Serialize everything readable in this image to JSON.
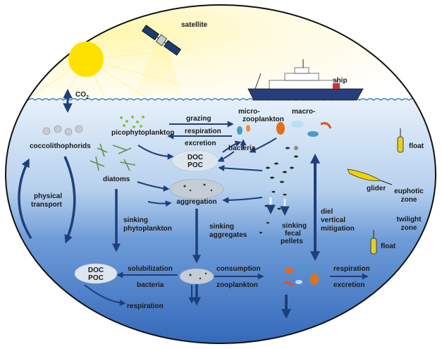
{
  "labels": {
    "satellite": "satellite",
    "ship": "ship",
    "co2": "CO",
    "co2_sub": "2",
    "coccolithophorids": "coccolithophorids",
    "picophytoplankton": "picophytoplankton",
    "grazing": "grazing",
    "micro": "micro-",
    "zooplankton_small": "zooplankton",
    "macro": "macro-",
    "respiration_top": "respiration",
    "excretion_top": "excretion",
    "bacteria_top": "bacteria",
    "doc_top": "DOC",
    "poc_top": "POC",
    "diatoms": "diatoms",
    "aggregation": "aggregation",
    "physical": "physical",
    "transport": "transport",
    "sinking_phyto_1": "sinking",
    "sinking_phyto_2": "phytoplankton",
    "sinking_agg_1": "sinking",
    "sinking_agg_2": "aggregates",
    "sinking_fecal_1": "sinking",
    "sinking_fecal_2": "fecal",
    "sinking_fecal_3": "pellets",
    "diel_1": "diel",
    "diel_2": "vertical",
    "diel_3": "mitigation",
    "float_top": "float",
    "glider": "glider",
    "euphotic_1": "euphotic",
    "euphotic_2": "zone",
    "twilight_1": "twilight",
    "twilight_2": "zone",
    "float_bottom": "float",
    "doc_bottom": "DOC",
    "poc_bottom": "POC",
    "solubilization": "solubilization",
    "bacteria_bottom": "bacteria",
    "respiration_bottom_left": "respiration",
    "consumption": "consumption",
    "zooplankton_bottom": "zooplankton",
    "respiration_bottom_right": "respiration",
    "excretion_bottom_right": "excretion"
  },
  "colors": {
    "arrow": "#1f3f7a",
    "ocean_top": "#d9e9f7",
    "ocean_mid": "#7fa9dc",
    "ocean_deep": "#2a5fb0",
    "sky": "#fffbe0",
    "sun": "#ffe100",
    "float": "#e0d02a",
    "glider": "#f0d400",
    "bubble": "#dde5ef"
  }
}
